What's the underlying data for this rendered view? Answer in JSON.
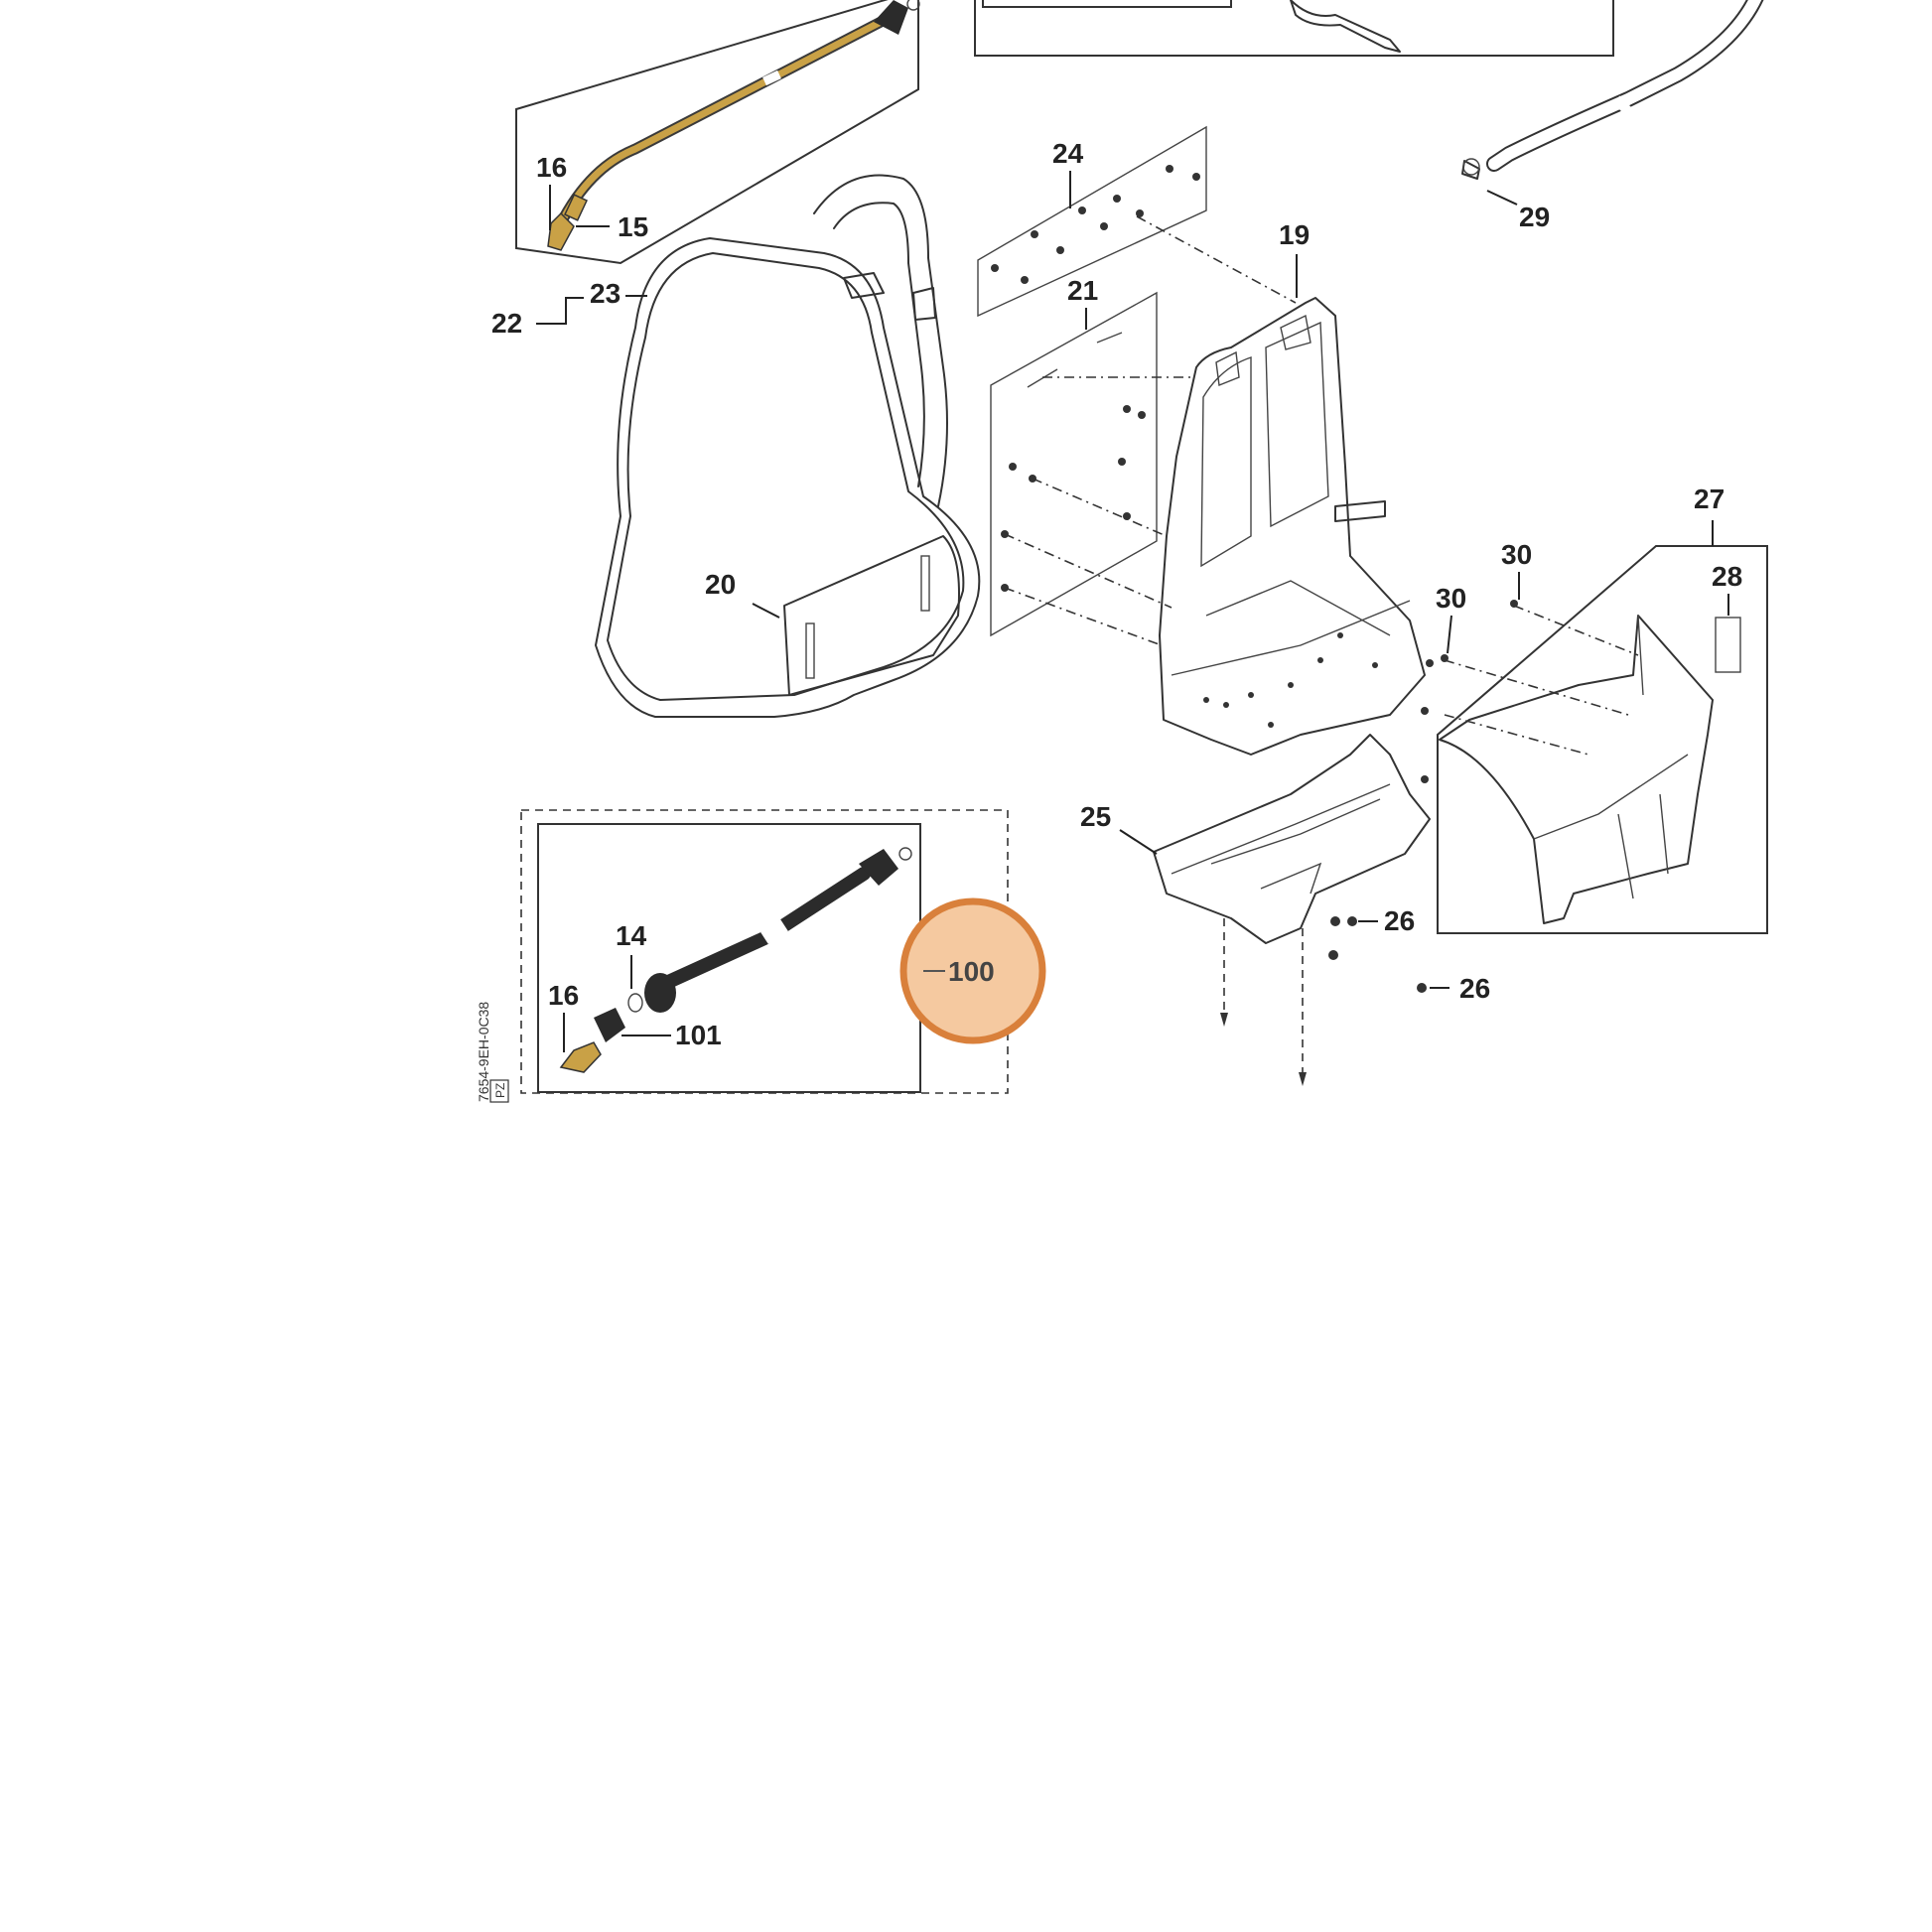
{
  "diagram": {
    "callouts": {
      "c14": "14",
      "c15": "15",
      "c16_top": "16",
      "c16_bottom": "16",
      "c19": "19",
      "c20": "20",
      "c21": "21",
      "c22": "22",
      "c23": "23",
      "c24": "24",
      "c25": "25",
      "c26_a": "26",
      "c26_b": "26",
      "c27": "27",
      "c28": "28",
      "c29": "29",
      "c30_a": "30",
      "c30_b": "30",
      "c100": "100",
      "c101": "101"
    },
    "code_text": "7654-9EH-0C38",
    "code_box": "PZ",
    "highlight": {
      "target": "100",
      "fill": "#f5c9a0",
      "stroke": "#d9803b"
    },
    "colors": {
      "brass": "#c9a146",
      "hose_dark": "#2b2b2b"
    }
  }
}
